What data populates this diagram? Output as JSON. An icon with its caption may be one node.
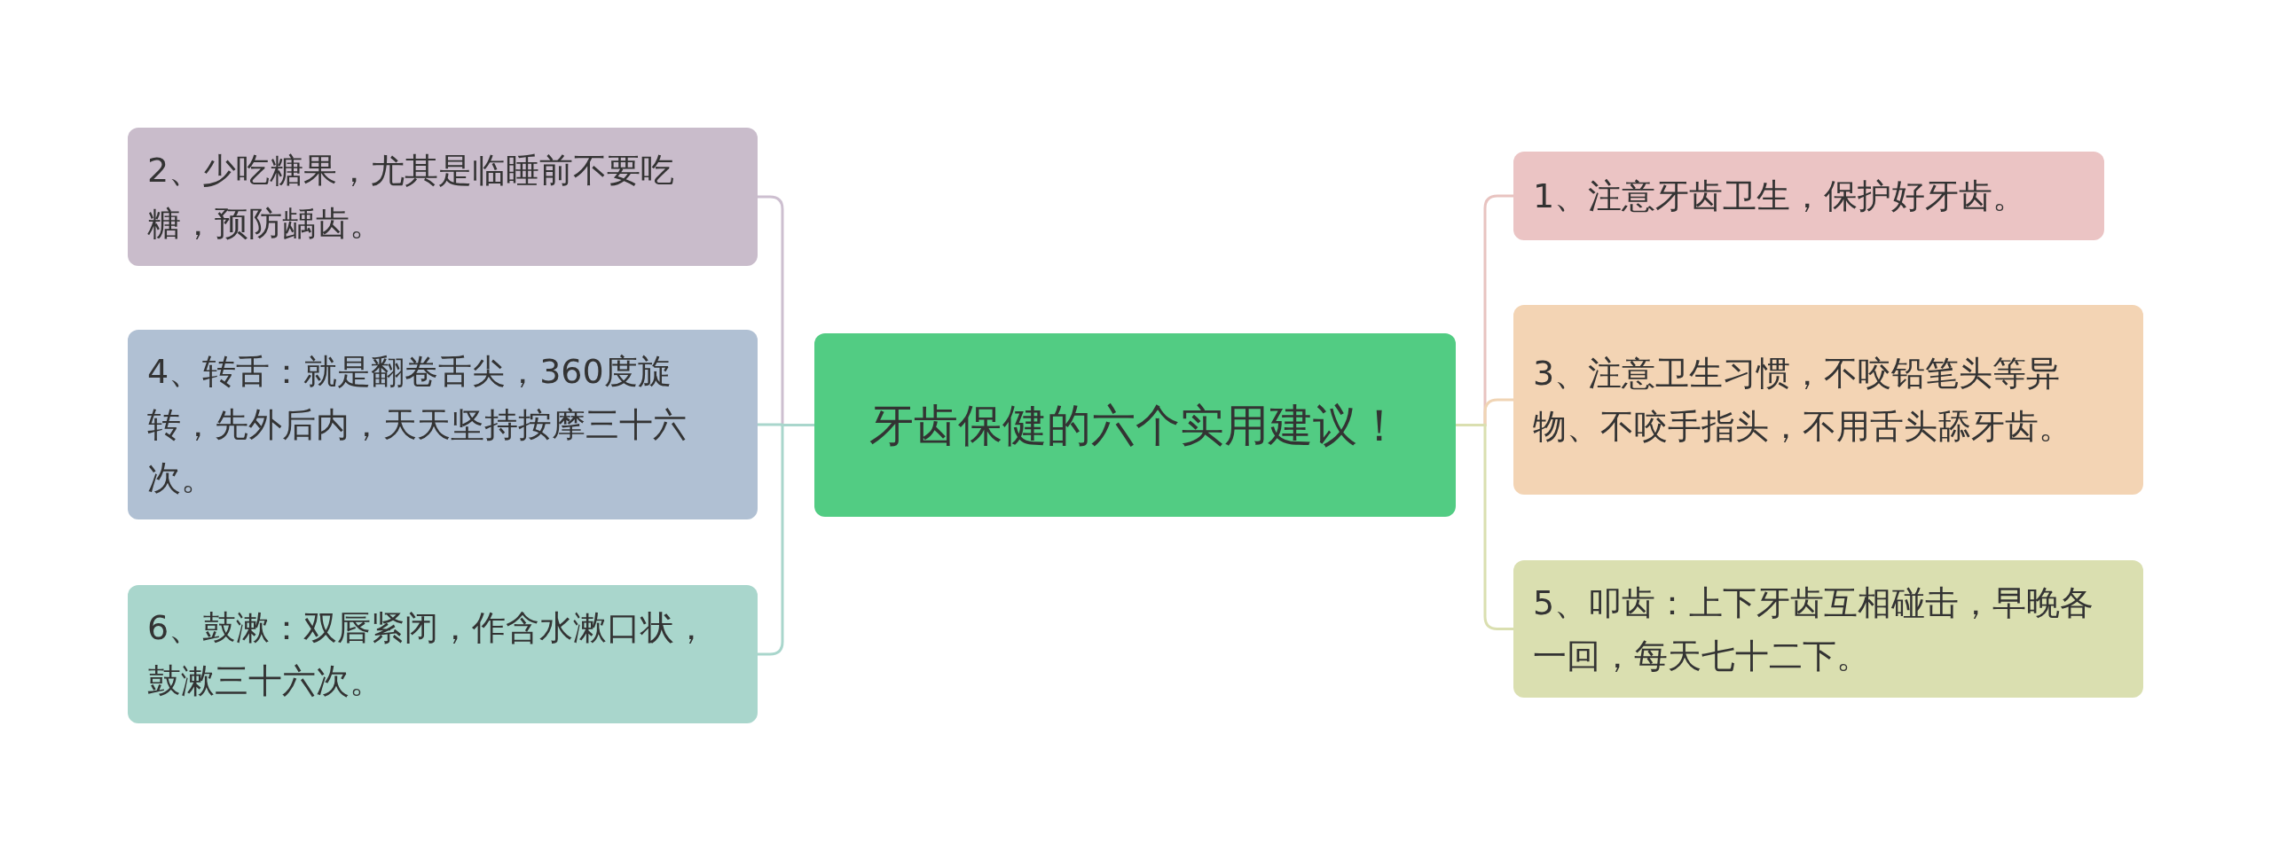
{
  "diagram": {
    "nodes": [
      {
        "text": [
          "牙齿保健的六个实用建议！"
        ]
      },
      {
        "text": [
          "1、注意牙齿卫生，保护好牙齿。"
        ]
      },
      {
        "text": [
          "2、少吃糖果，尤其是临睡前不要吃糖，预防龋齿。"
        ]
      },
      {
        "text": [
          "3、注意卫生习惯，不咬铅笔头等异物、不咬手指头，不用舌头舔牙齿。"
        ]
      },
      {
        "text": [
          "4、转舌：就是翻卷舌尖，360度旋转，先外后内，天天坚持按摩三十六次。"
        ]
      },
      {
        "text": [
          "5、叩齿：上下牙齿互相碰击，早晚各一回，每天七十二下。"
        ]
      },
      {
        "text": [
          "6、鼓漱：双唇紧闭，作含水漱口状，鼓漱三十六次。"
        ]
      }
    ],
    "edges": [
      {
        "from": 0,
        "to": 1,
        "arrow": "none",
        "color": "#e8c3c0"
      },
      {
        "from": 0,
        "to": 2,
        "arrow": "none",
        "color": "#cdbfd0"
      },
      {
        "from": 0,
        "to": 3,
        "arrow": "none",
        "color": "#f0d4b4"
      },
      {
        "from": 0,
        "to": 4,
        "arrow": "none",
        "color": "#a9d6cc"
      },
      {
        "from": 0,
        "to": 5,
        "arrow": "none",
        "color": "#dadfb0"
      },
      {
        "from": 0,
        "to": 6,
        "arrow": "none",
        "color": "#a9d6cc"
      }
    ]
  }
}
